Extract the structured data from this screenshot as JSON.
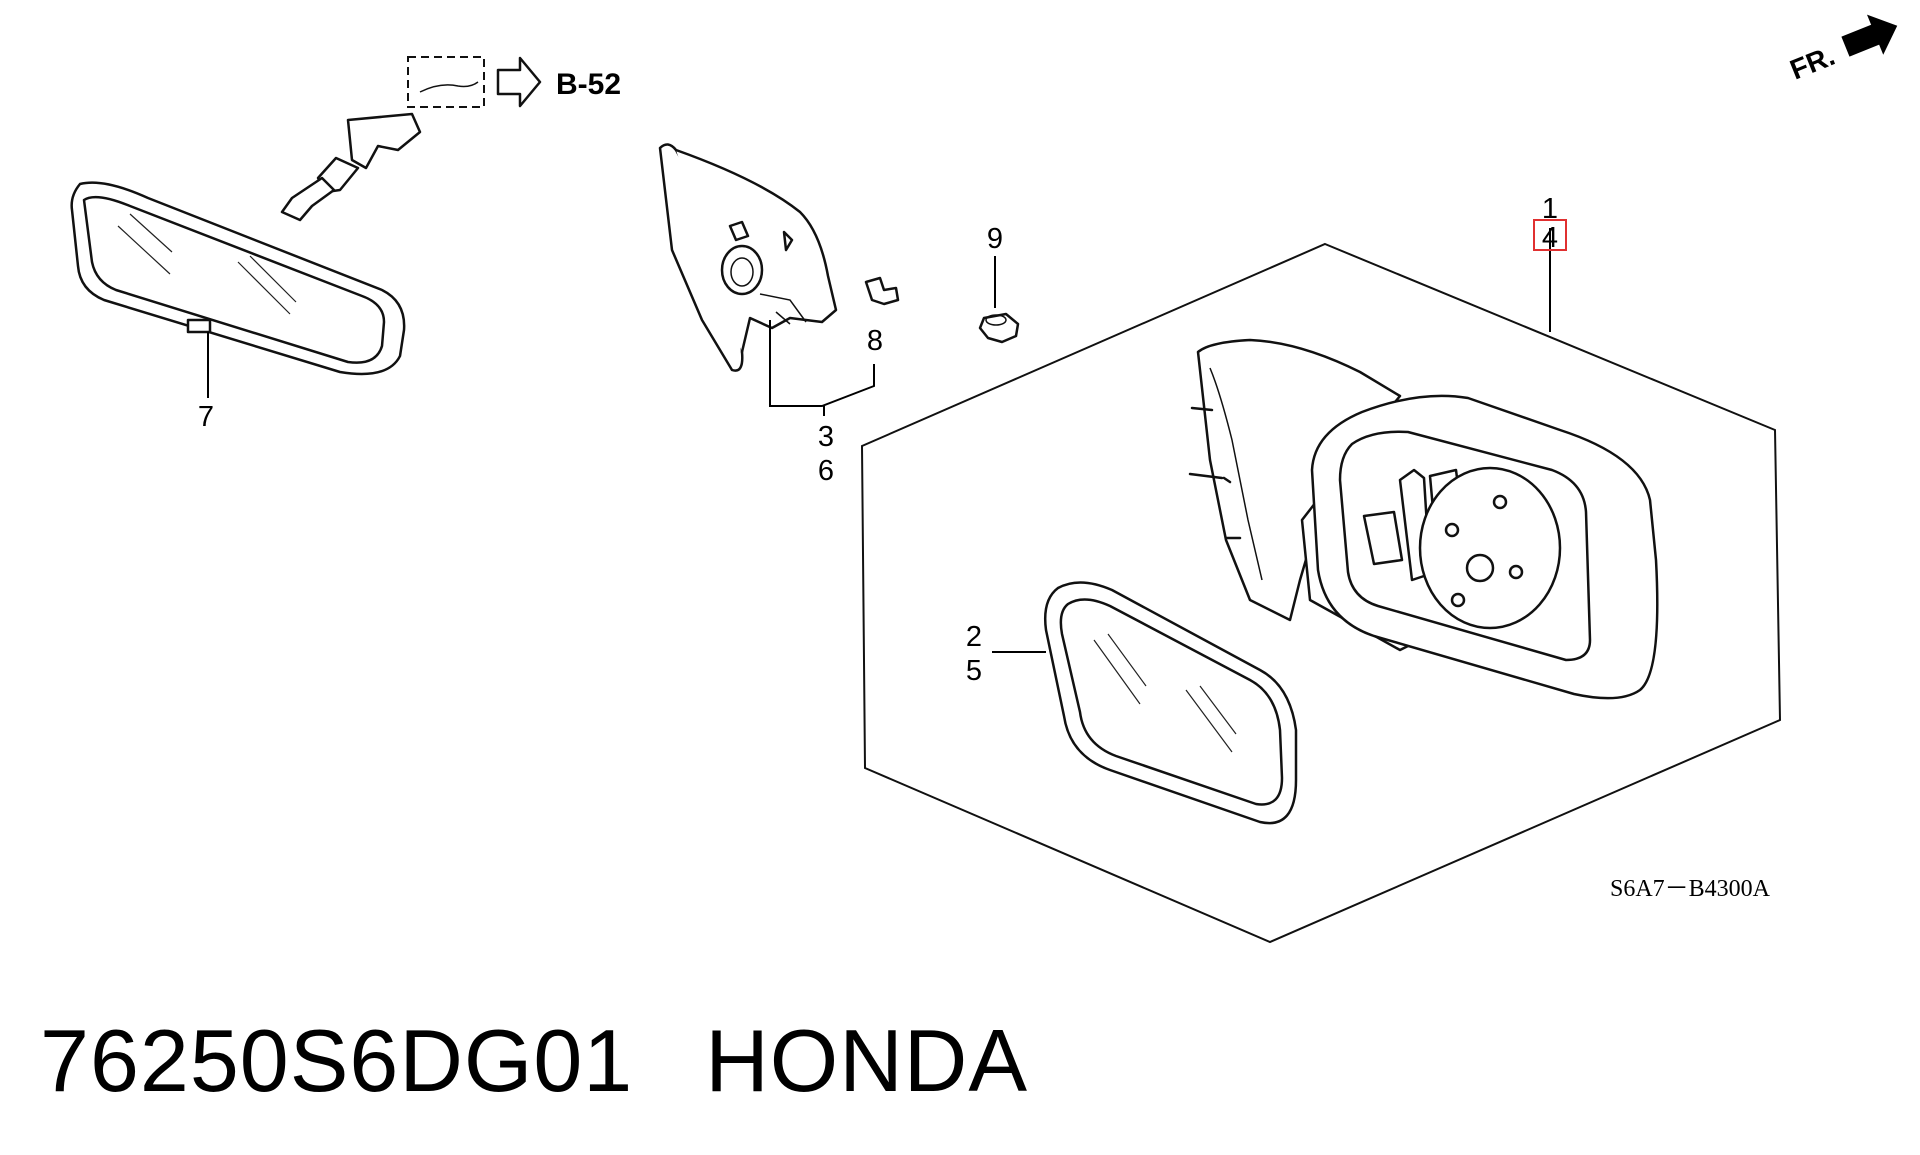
{
  "diagram": {
    "reference": {
      "label": "B-52"
    },
    "direction": {
      "label": "FR."
    },
    "drawing_code": "S6A7－B4300A",
    "callouts": {
      "c1": "1",
      "c4": "4",
      "c2": "2",
      "c5": "5",
      "c3": "3",
      "c6": "6",
      "c7": "7",
      "c8": "8",
      "c9": "9"
    },
    "highlighted_callout": "4",
    "colors": {
      "highlight": "#e03030",
      "line": "#000000",
      "background": "#ffffff"
    }
  },
  "caption": {
    "part_number": "76250S6DG01",
    "brand": "HONDA"
  }
}
